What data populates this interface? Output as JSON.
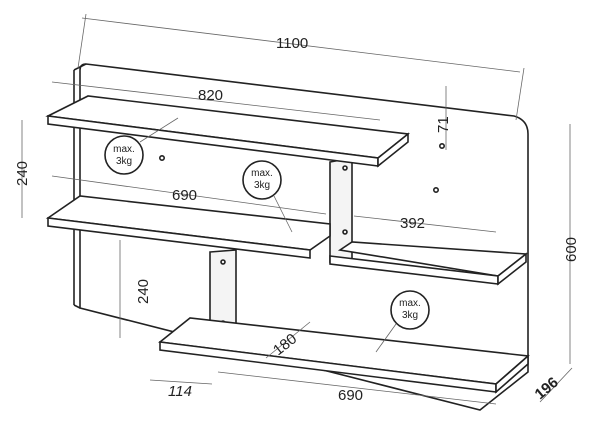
{
  "dimensions": {
    "total_width": "1100",
    "shelf_top_width": "820",
    "top_offset": "71",
    "shelf_spacing_upper": "240",
    "shelf_middle_width": "690",
    "right_shelf_width": "392",
    "total_height": "600",
    "shelf_spacing_lower": "240",
    "shelf_depth": "180",
    "left_offset": "114",
    "shelf_bottom_width": "690",
    "total_depth": "196"
  },
  "load_labels": [
    {
      "line1": "max.",
      "line2": "3kg"
    },
    {
      "line1": "max.",
      "line2": "3kg"
    },
    {
      "line1": "max.",
      "line2": "3kg"
    }
  ],
  "colors": {
    "stroke": "#222222",
    "dim_line": "#666666",
    "background": "#ffffff"
  }
}
